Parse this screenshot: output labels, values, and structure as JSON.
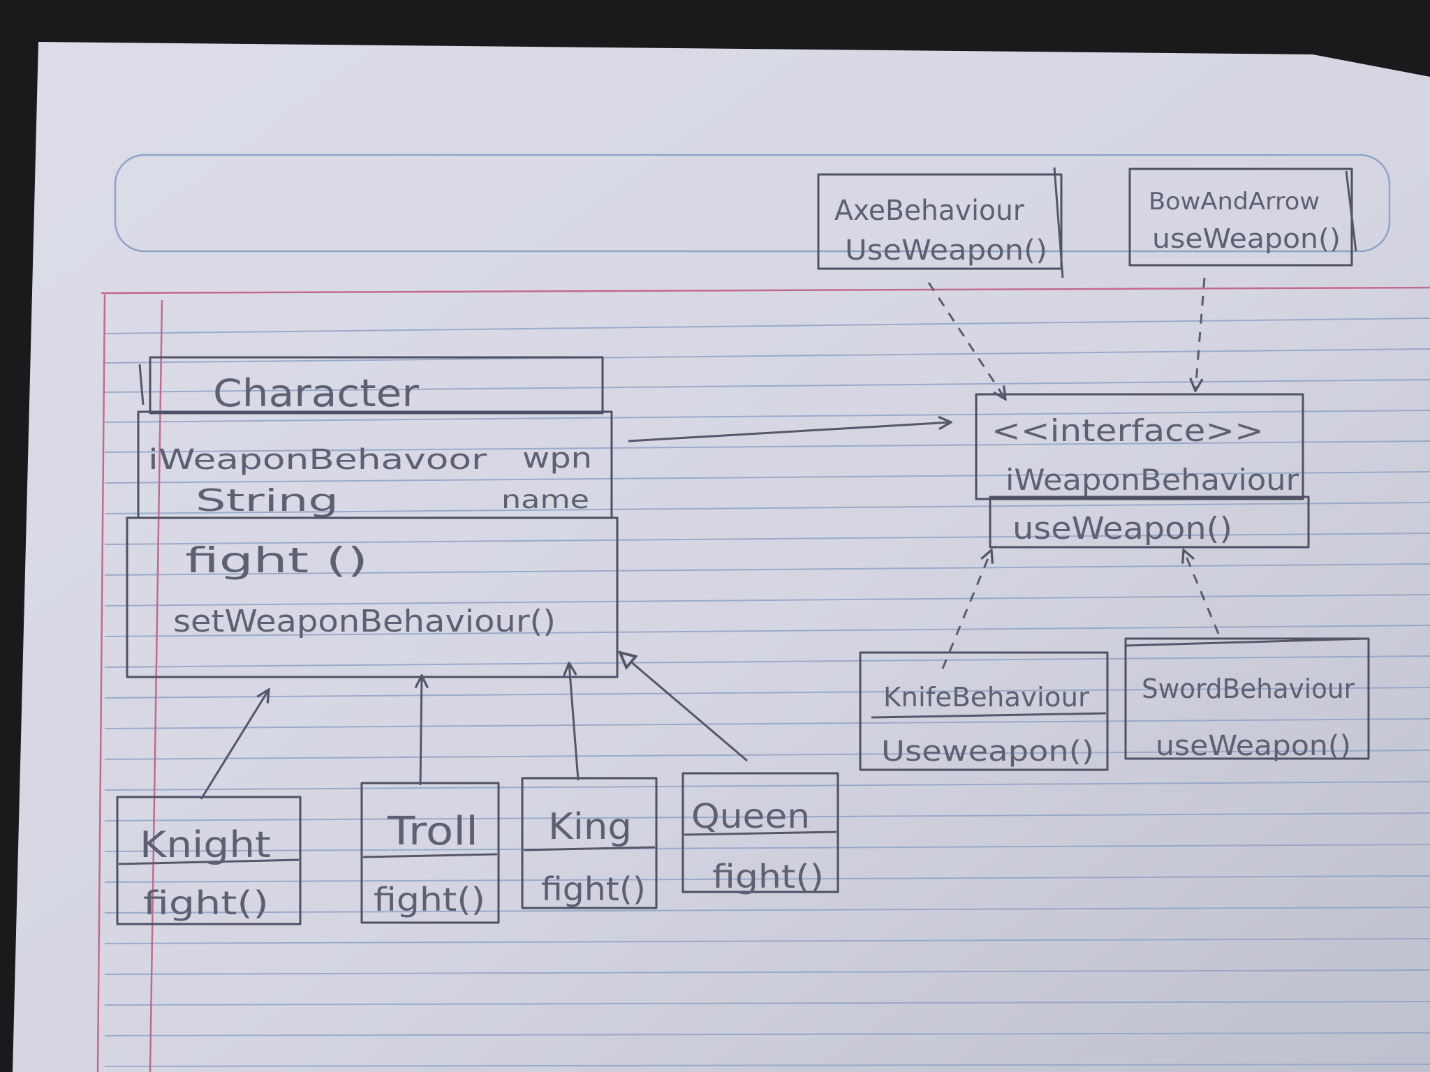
{
  "diagram": {
    "classes": {
      "character": {
        "name": "Character",
        "attr_type_1": "iWeaponBehavoor",
        "attr_name_1": "wpn",
        "attr_type_2": "String",
        "attr_name_2": "name",
        "method_1": "fight ()",
        "method_2": "setWeaponBehaviour()"
      },
      "knight": {
        "name": "Knight",
        "method": "fight()"
      },
      "troll": {
        "name": "Troll",
        "method": "fight()"
      },
      "king": {
        "name": "King",
        "method": "fight()"
      },
      "queen": {
        "name": "Queen",
        "method": "fight()"
      },
      "interface": {
        "stereotype": "<<interface>>",
        "name": "iWeaponBehaviour",
        "method": "useWeapon()"
      },
      "axe": {
        "name": "AxeBehaviour",
        "method": "UseWeapon()"
      },
      "bow": {
        "name": "BowAndArrow",
        "method": "useWeapon()"
      },
      "knife": {
        "name": "KnifeBehaviour",
        "method": "Useweapon()"
      },
      "sword": {
        "name": "SwordBehaviour",
        "method": "useWeapon()"
      }
    }
  },
  "colors": {
    "paper": "#d8d9e4",
    "ruled_line": "#8fa3c8",
    "margin_line": "#c26a8c",
    "ink": "#55566a"
  }
}
